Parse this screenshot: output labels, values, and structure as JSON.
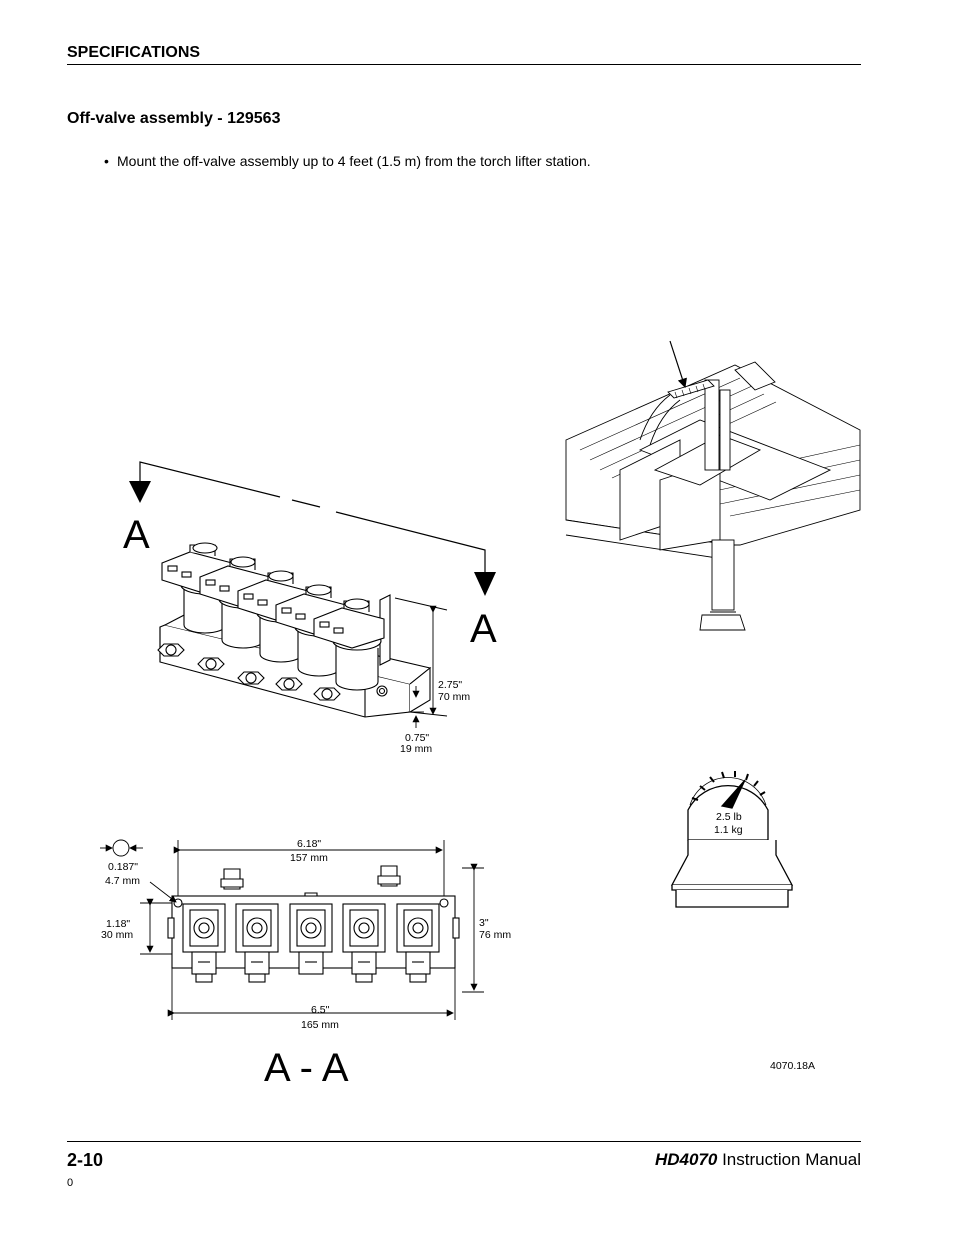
{
  "header": {
    "section": "SPECIFICATIONS"
  },
  "content": {
    "heading": "Off-valve assembly - 129563",
    "bullet_mark": "•",
    "bullet": "Mount the off-valve assembly up to 4 feet (1.5 m) from the torch lifter station."
  },
  "figure": {
    "section_marker": "A",
    "section_view": "A - A",
    "dim_height_in": "2.75\"",
    "dim_height_mm": "70 mm",
    "dim_base_in": "0.75\"",
    "dim_base_mm": "19 mm",
    "dim_hole_in": "0.187\"",
    "dim_hole_mm": "4.7 mm",
    "dim_hole_spacing_in": "6.18\"",
    "dim_hole_spacing_mm": "157 mm",
    "dim_offset_in": "1.18\"",
    "dim_offset_mm": "30 mm",
    "dim_depth_in": "3\"",
    "dim_depth_mm": "76 mm",
    "dim_width_in": "6.5\"",
    "dim_width_mm": "165 mm",
    "weight_lb": "2.5 lb",
    "weight_kg": "1.1 kg",
    "figure_id": "4070.18A"
  },
  "footer": {
    "page": "2-10",
    "model": "HD4070",
    "manual": " Instruction Manual",
    "revision": "0"
  }
}
